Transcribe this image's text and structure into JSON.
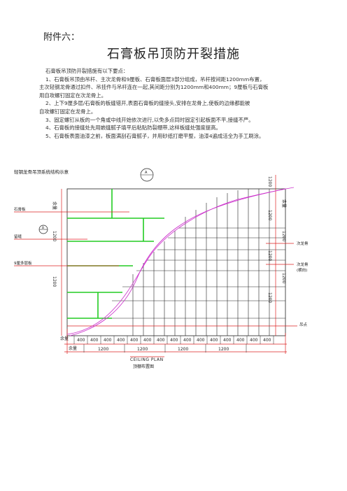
{
  "doc": {
    "attachment": "附件六：",
    "title": "石膏板吊顶防开裂措施",
    "paragraphs": [
      "石膏板吊顶防开裂措施有以下要点：",
      "1、石膏板吊顶由吊杆、主次龙骨和9厘板、石膏板面层3部分组成，吊杆按间距1200mm布置，",
      "主次轻钢龙骨通过扣件、吊挂件与吊杆连在一起,其间距分别为1200mm和400mm；9厘板与石膏板",
      "用自攻螺钉固定在次龙骨上。",
      "2、上下9厘多层/石膏板的板缝错开,表面石膏板的缝接头,安排在龙骨上,使板的边缘都能被",
      "自攻螺钉固定在龙骨上。",
      "3、固定螺钉从板的一个角或中线开始依次进行,以免多点同时固定引起板面不平,接缝不严。",
      "4、石膏板的接缝处先用嵌缝腻子填平后粘贴防裂绷带,这样板缝处强度提高。",
      "5、石膏板表面油漆之前，板面满刮石膏腻子，并用砂纸打磨平整，油漆4遍成活全为手工刷涂。"
    ]
  },
  "drawing": {
    "caption": "轻钢龙骨吊顶系统结构示意",
    "label_gypsum": "石膏板",
    "label_seam": "留缝",
    "label_ply": "9厘多层板",
    "label_second_keel": "次龙骨",
    "label_second_keel_h": "次龙骨",
    "label_transverse": "(横向)",
    "label_hanger": "吊点",
    "label_spare": "余量",
    "label_a": "A",
    "label_b": "B",
    "vert_left_top": "余量",
    "vert_right_top": "余量",
    "dim_1200": "1200",
    "dim_400": "400",
    "plan_title": "CEILING PLAN",
    "plan_subtitle": "顶棚布置图",
    "colors": {
      "green": "#22cc22",
      "magenta": "#cc33cc",
      "red": "#dd2222",
      "black": "#222222"
    }
  }
}
